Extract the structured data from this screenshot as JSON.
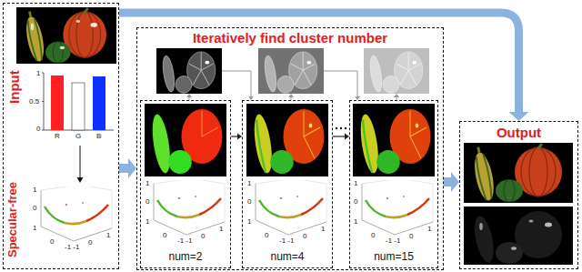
{
  "diagram": {
    "nodes": [
      {
        "text": [
          "Input",
          "Specular-free"
        ]
      },
      {
        "text": [
          "Iteratively find cluster number"
        ]
      },
      {
        "text": [
          "num=2"
        ],
        "in": 1
      },
      {
        "text": [
          "num=4"
        ],
        "in": 1
      },
      {
        "text": [
          "num=15"
        ],
        "in": 1
      },
      {
        "text": [
          "Output"
        ]
      }
    ],
    "edges": [
      {
        "from": 0,
        "to": 1,
        "arrow": "to"
      },
      {
        "from": 1,
        "to": 5,
        "arrow": "to"
      },
      {
        "from": 0,
        "to": 5,
        "arrow": "to"
      },
      {
        "from": 2,
        "to": 3,
        "arrow": "to"
      },
      {
        "from": 3,
        "to": 4,
        "arrow": "to"
      }
    ],
    "labels": [
      "1",
      "0.5",
      "0",
      "R",
      "G",
      "B",
      "1",
      "0",
      "1",
      "0",
      "-1 -1",
      "0",
      "1",
      "1",
      "0",
      "1",
      "0",
      "-1 -1",
      "0",
      "1",
      "1",
      "0",
      "1",
      "0",
      "-1 -1",
      "0",
      "1",
      "1",
      "0",
      "1",
      "0",
      "-1 -1",
      "0",
      "1"
    ]
  }
}
